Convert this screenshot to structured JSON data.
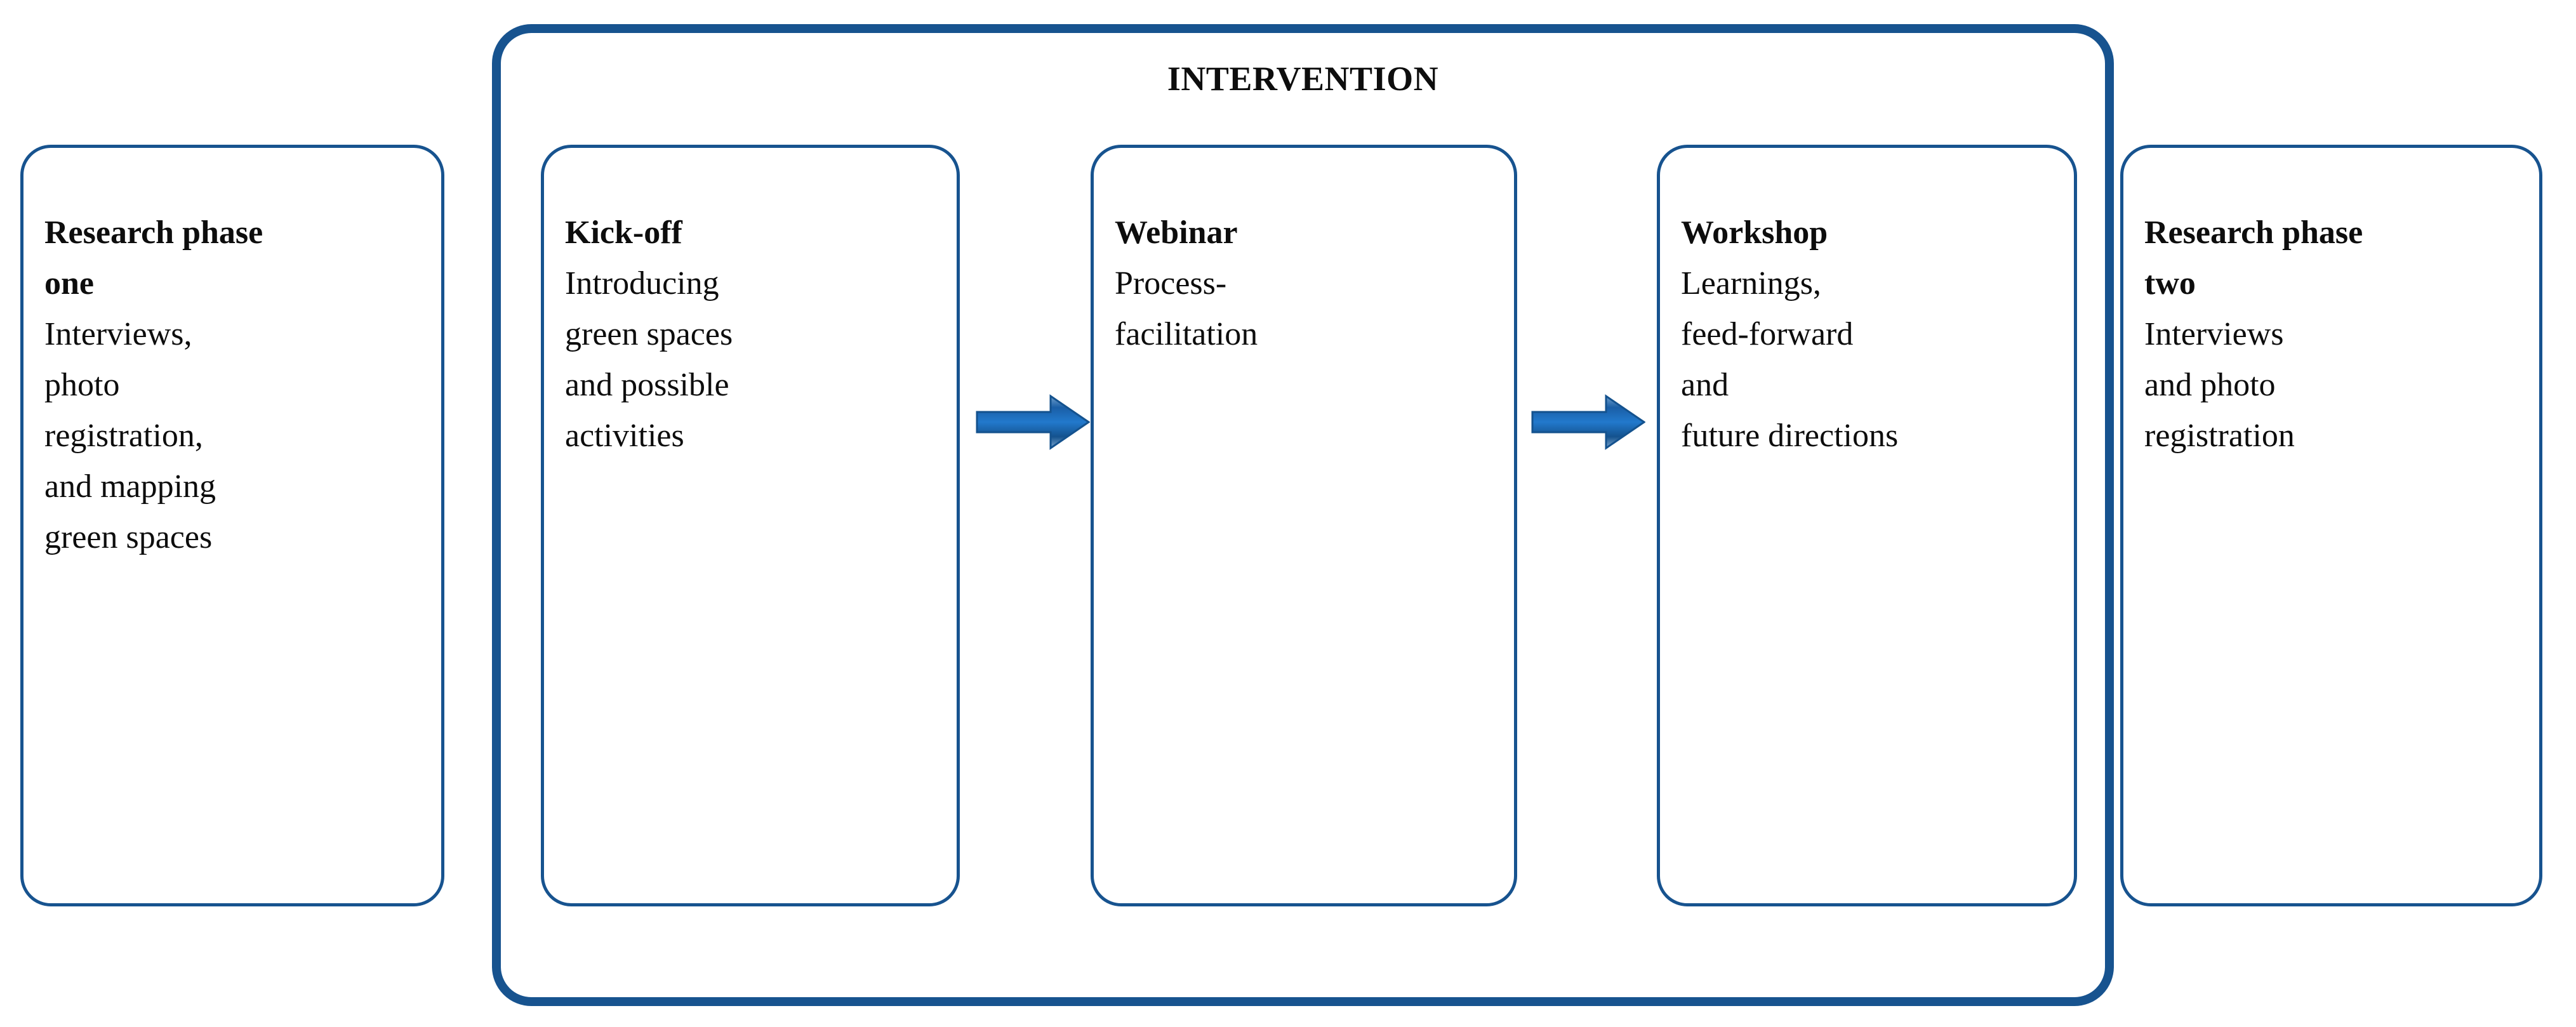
{
  "diagram": {
    "title": "INTERVENTION",
    "container_label": "INTERVENTION",
    "colors": {
      "border_blue": "#17538f",
      "arrow_fill": "#1f6fc0",
      "arrow_stroke": "#14538e",
      "text": "#0d0d0d",
      "background": "#ffffff"
    },
    "phases": [
      {
        "id": "research-phase-one",
        "title": "Research phase\none",
        "body": "Interviews,\nphoto\nregistration,\nand mapping\ngreen spaces",
        "inside_intervention": false
      },
      {
        "id": "kick-off",
        "title": "Kick-off",
        "body": "Introducing\ngreen spaces\nand possible\nactivities",
        "inside_intervention": true
      },
      {
        "id": "webinar",
        "title": "Webinar",
        "body": "Process-\nfacilitation",
        "inside_intervention": true
      },
      {
        "id": "workshop",
        "title": "Workshop",
        "body": "Learnings,\nfeed-forward\nand\nfuture directions",
        "inside_intervention": true
      },
      {
        "id": "research-phase-two",
        "title": "Research phase\ntwo",
        "body": "Interviews\nand photo\nregistration",
        "inside_intervention": false
      }
    ],
    "arrows": [
      {
        "id": "arrow-kickoff-to-webinar",
        "from": "kick-off",
        "to": "webinar",
        "direction": "right"
      },
      {
        "id": "arrow-webinar-to-workshop",
        "from": "webinar",
        "to": "workshop",
        "direction": "right"
      }
    ]
  }
}
